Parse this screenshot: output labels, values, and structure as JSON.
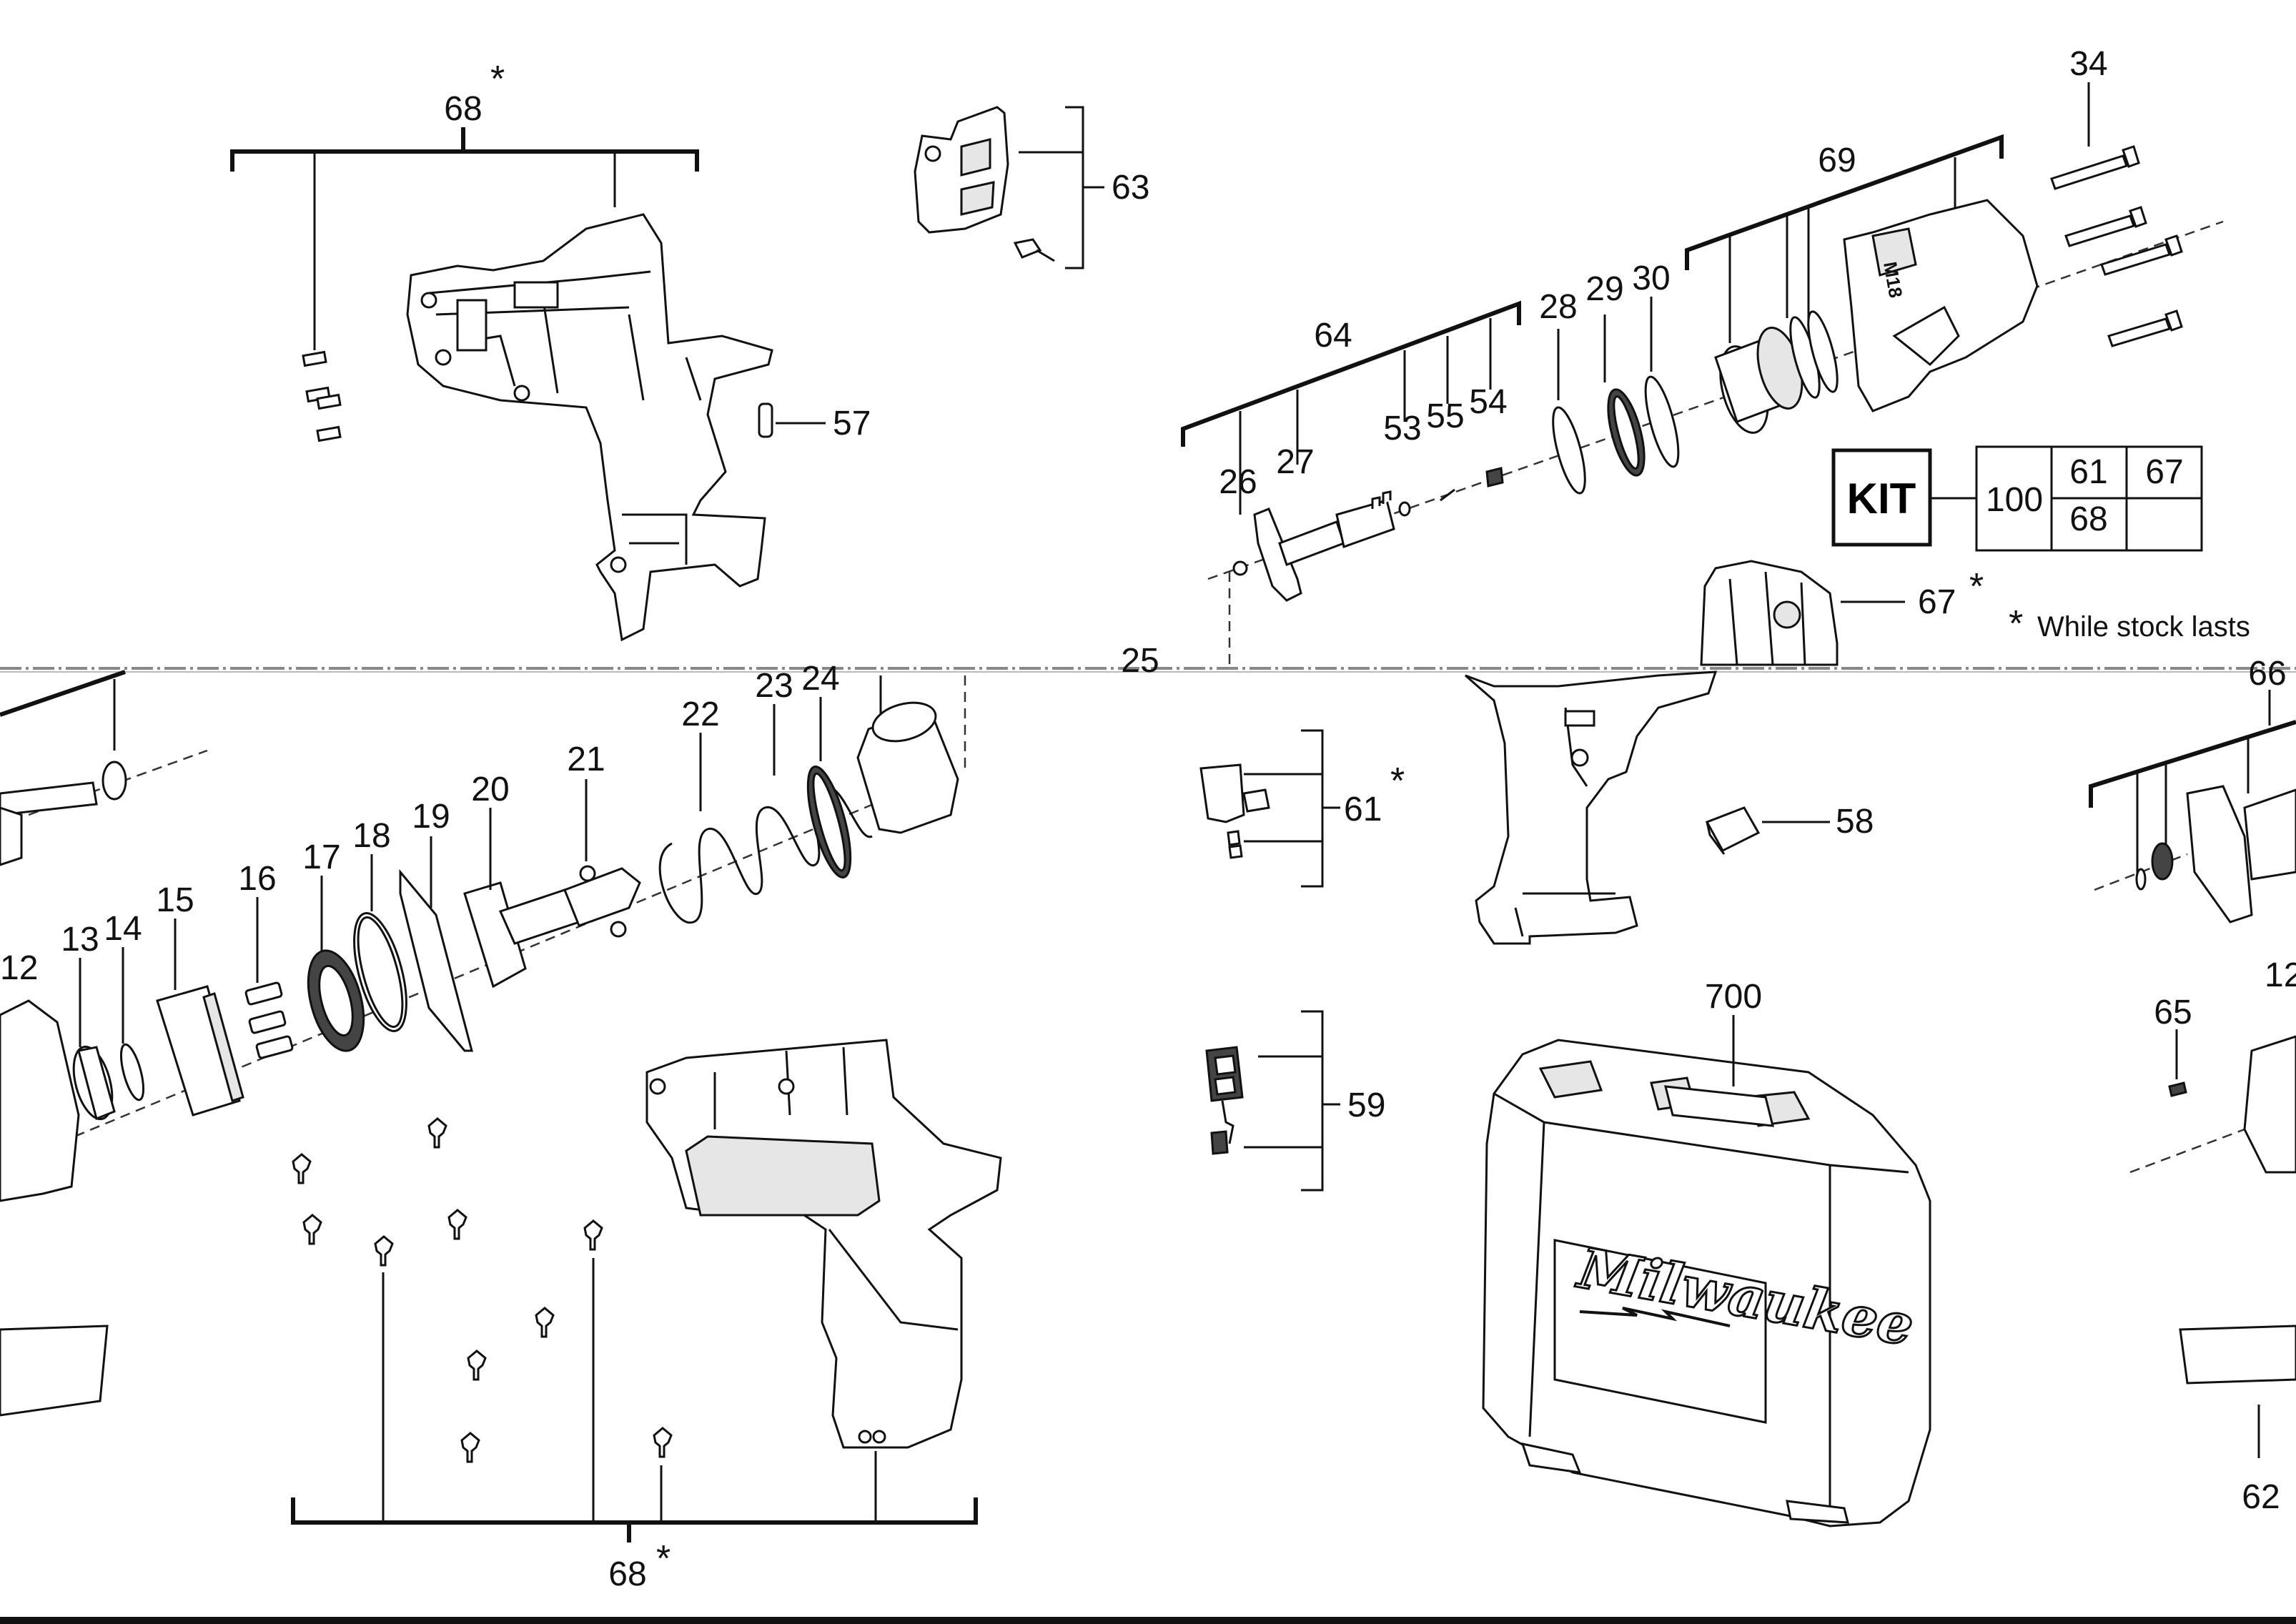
{
  "callouts": {
    "c68_top": "68",
    "c63": "63",
    "c57": "57",
    "c34": "34",
    "c69": "69",
    "c64": "64",
    "c28": "28",
    "c29": "29",
    "c30": "30",
    "c53": "53",
    "c55": "55",
    "c54": "54",
    "c26": "26",
    "c27": "27",
    "c67": "67",
    "c25": "25",
    "c66": "66",
    "c22": "22",
    "c23": "23",
    "c24": "24",
    "c21": "21",
    "c20": "20",
    "c19": "19",
    "c18": "18",
    "c17": "17",
    "c16": "16",
    "c15": "15",
    "c14": "14",
    "c13": "13",
    "c12_left": "12",
    "c61": "61",
    "c58": "58",
    "c59": "59",
    "c700": "700",
    "c65": "65",
    "c12_right": "12",
    "c62": "62",
    "c68_bottom": "68"
  },
  "asterisk": "*",
  "kit": {
    "label": "KIT",
    "number": "100",
    "cells": [
      "61",
      "67",
      "68",
      ""
    ]
  },
  "note": "While stock lasts",
  "case_logo": "Milwaukee"
}
